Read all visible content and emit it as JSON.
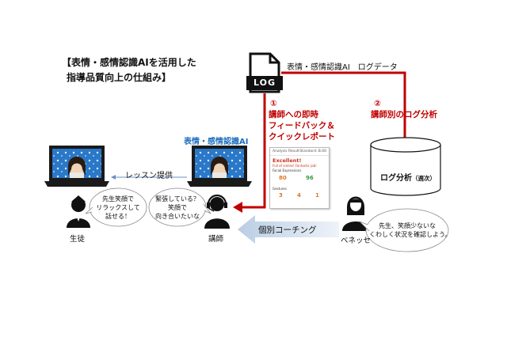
{
  "title": {
    "line1": "【表情・感情認識AIを活用した",
    "line2": "指導品質向上の仕組み】"
  },
  "log_data_label": "表情・感情認識AI　ログデータ",
  "log_icon_text": "LOG",
  "step1": {
    "number": "①",
    "line1": "講師への即時",
    "line2": "フィードバック＆",
    "line3": "クイックレポート"
  },
  "step2": {
    "number": "②",
    "line1": "講師別のログ分析"
  },
  "ai_label": "表情・感情認識AI",
  "lesson_label": "レッスン提供",
  "coaching_label": "個別コーチング",
  "log_analysis": {
    "label": "ログ分析",
    "sub": "（週次）"
  },
  "student": {
    "label": "生徒",
    "bubble": [
      "先生笑顔で",
      "リラックスして",
      "話せる！"
    ]
  },
  "teacher": {
    "label": "講師",
    "bubble": [
      "緊張している？",
      "笑顔で",
      "向き合いたいな"
    ]
  },
  "benesse": {
    "label": "ベネッセ",
    "bubble": [
      "先生、笑顔少ないな",
      "くわしく状況を確認しよう。"
    ]
  },
  "analysis_card": {
    "header": "Analysis Result",
    "header_right": "Standard: B.00",
    "excellent": "Excellent!",
    "subtitle": "Full of smiles! Fantastic job!",
    "section1": "Facial Expressions",
    "pct1": "80",
    "pct2": "96",
    "section2": "Gestures",
    "cnt1": "3",
    "cnt2": "4",
    "cnt3": "1"
  },
  "colors": {
    "red": "#c00000",
    "blue_text": "#1f6fbf",
    "arrow_blue_light": "#dfe8f3",
    "arrow_blue_dark": "#b9cde3",
    "screen_blue": "#2a78c8"
  }
}
